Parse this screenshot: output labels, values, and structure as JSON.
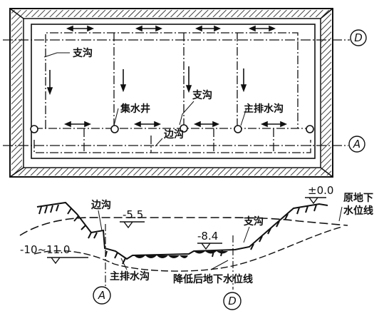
{
  "plan": {
    "labels": {
      "branch_ditch_1": "支沟",
      "branch_ditch_2": "支沟",
      "sump": "集水井",
      "main_drain": "主排水沟",
      "edge_ditch": "边沟"
    },
    "axis_d": "D",
    "axis_a": "A"
  },
  "section": {
    "labels": {
      "edge_ditch": "边沟",
      "branch_ditch": "支沟",
      "main_drain": "主排水沟",
      "lowered_water_table": "降低后地下水位线",
      "original_water_table_line1": "原地下",
      "original_water_table_line2": "水位线"
    },
    "elevations": {
      "ground": "±0.0",
      "edge_ditch_level": "-5.5",
      "bottom_level": "-8.4",
      "water_range": "-10~11.0"
    },
    "axis_a": "A",
    "axis_d": "D"
  }
}
